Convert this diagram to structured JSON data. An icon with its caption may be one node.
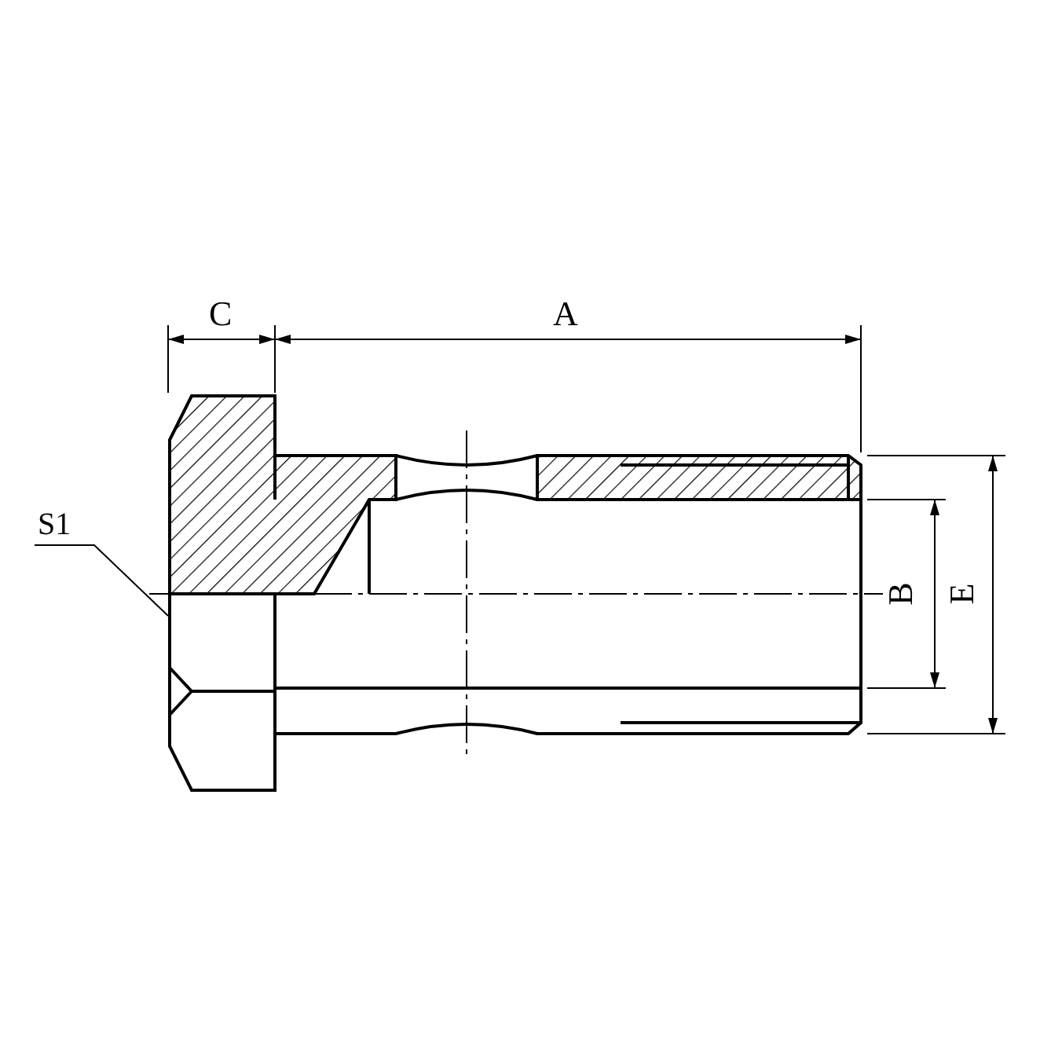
{
  "diagram": {
    "nodes": [
      {
        "text": [
          "S1"
        ]
      },
      {
        "text": [],
        "shape": "picture"
      }
    ],
    "edges": [
      {
        "from": 0,
        "to": 1,
        "arrow": "none"
      }
    ],
    "labels": [
      "C",
      "A",
      "B",
      "E"
    ]
  }
}
